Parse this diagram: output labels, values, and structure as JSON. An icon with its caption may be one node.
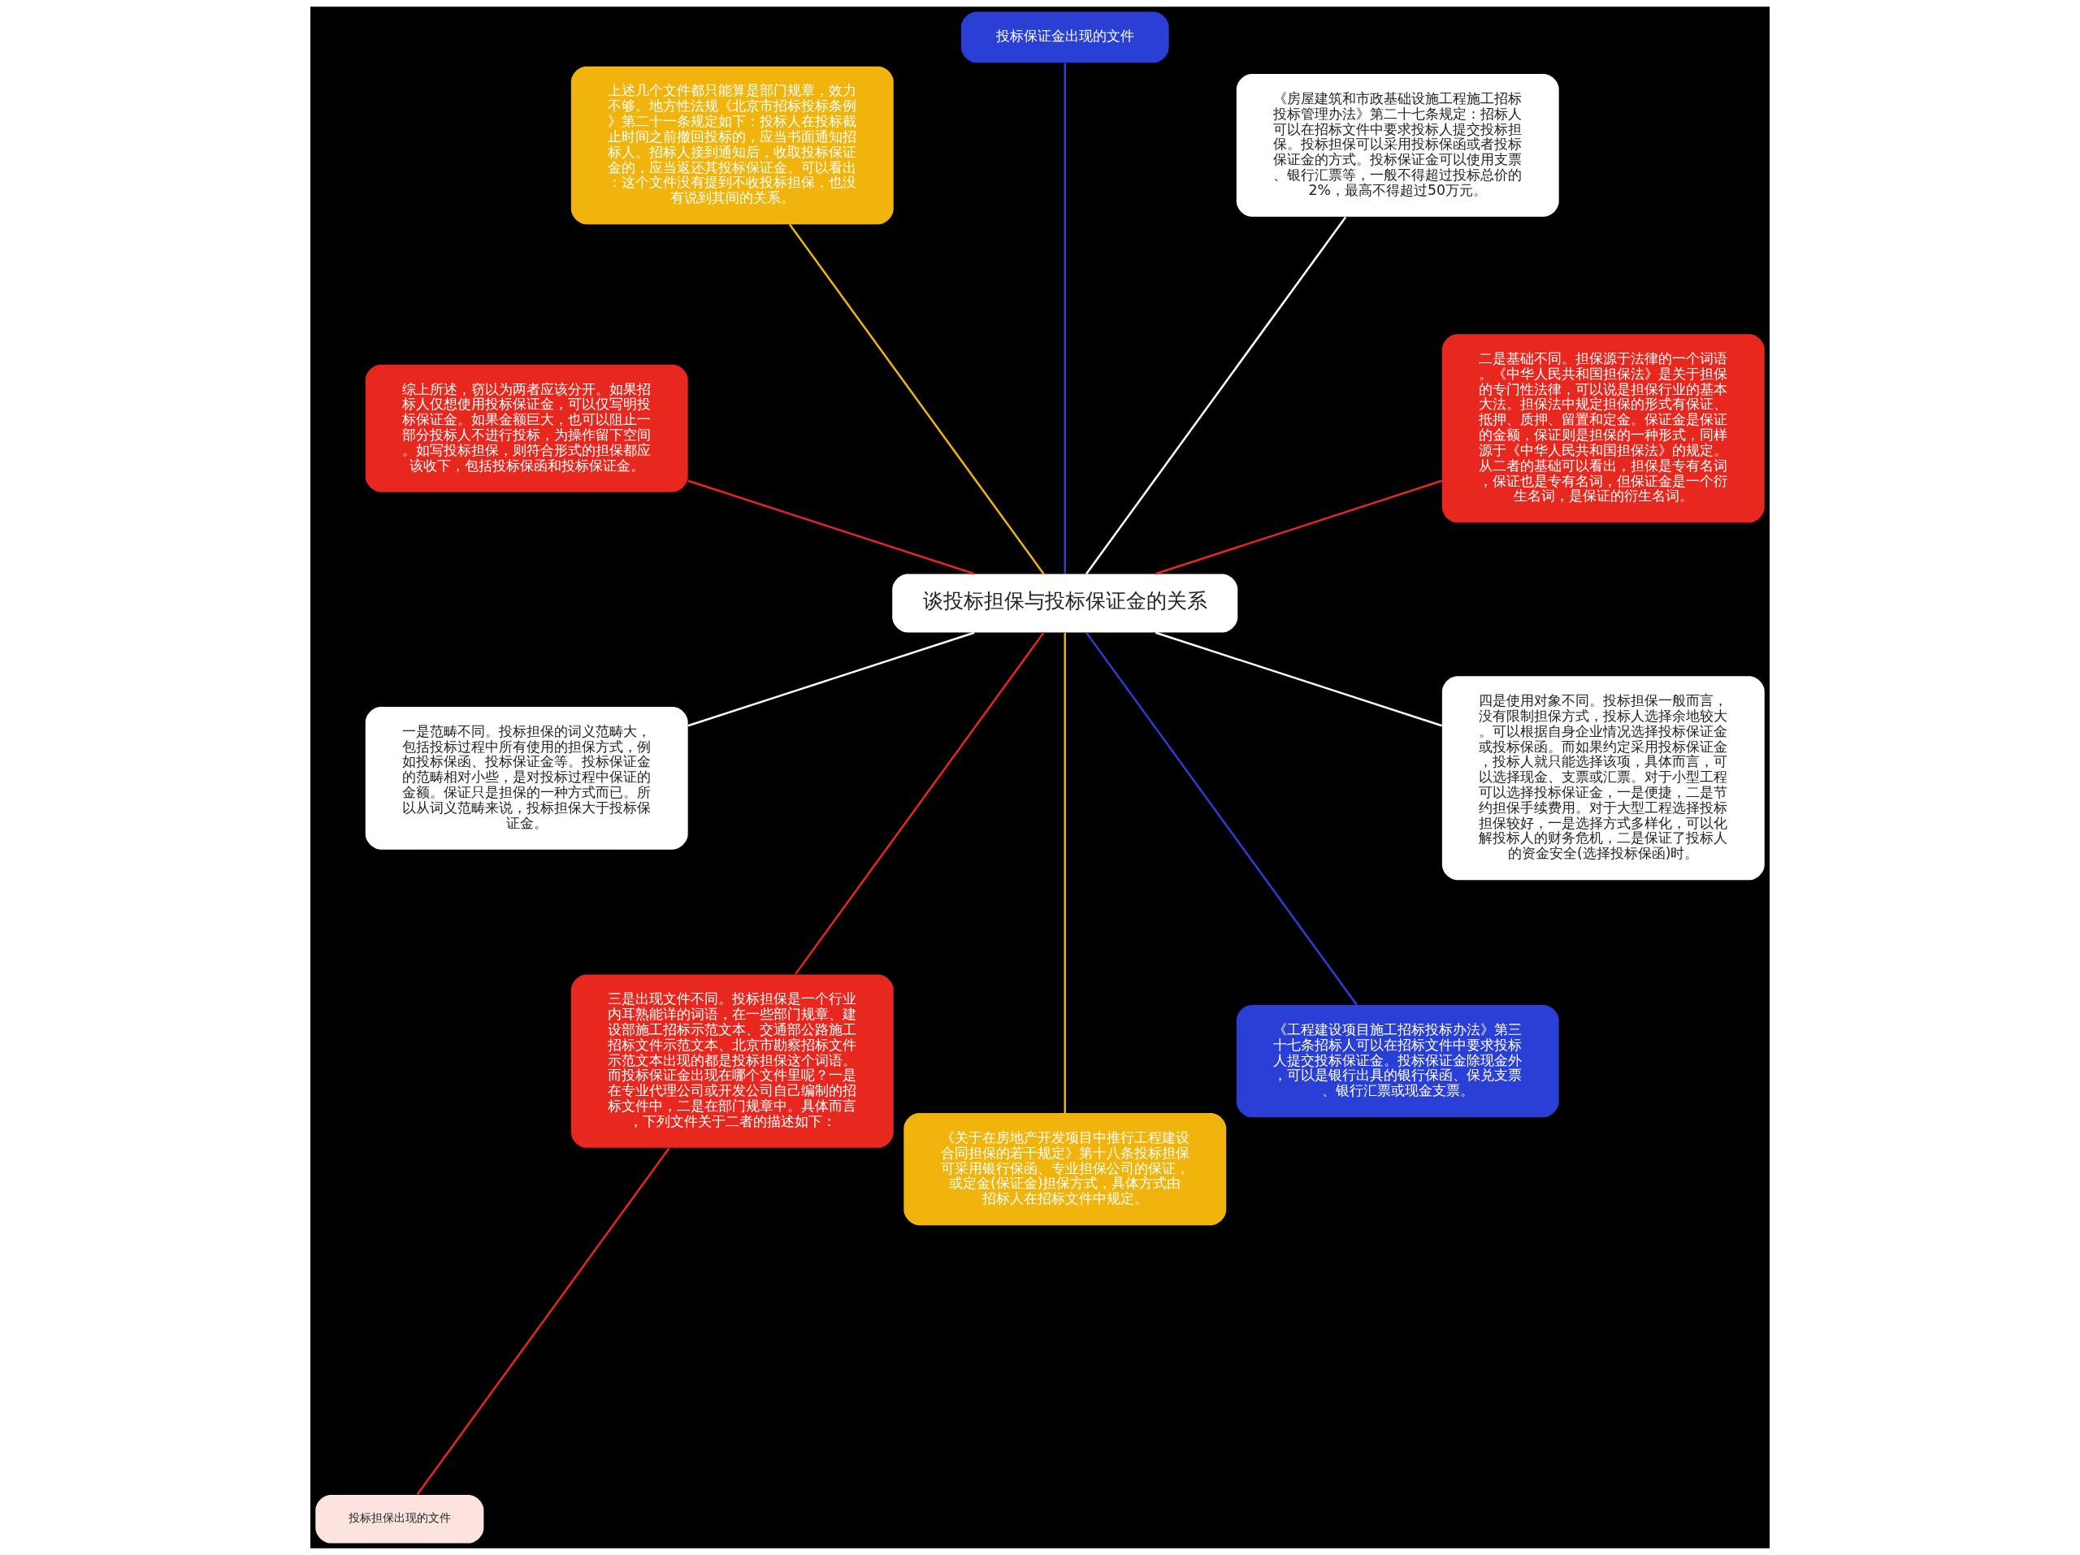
{
  "diagram": {
    "nodes": [
      {
        "text": [
          "谈投标担保与投标保证金的关系"
        ]
      },
      {
        "text": [
          "二是基础不同。担保源于法律的一个词语。《中华人民共和国担保法》是关于担保的专门性法律，可以说是担保行业的基本大法。担保法中规定担保的形式有保证、抵押、质押、留置和定金。保证金是保证的金额，保证则是担保的一种形式，同样源于《中华人民共和国担保法》的规定。从二者的基础可以看出，担保是专有名词，保证也是专有名词，但保证金是一个衍生名词，是保证的衍生名词。"
        ]
      },
      {
        "text": [
          "《房屋建筑和市政基础设施工程施工招标投标管理办法》第二十七条规定：招标人可以在招标文件中要求投标人提交投标担保。投标担保可以采用投标保函或者投标保证金的方式。投标保证金可以使用支票、银行汇票等，一般不得超过投标总价的2%，最高不得超过50万元。"
        ]
      },
      {
        "text": [
          "投标保证金出现的文件"
        ]
      },
      {
        "text": [
          "上述几个文件都只能算是部门规章，效力不够。地方性法规《北京市招标投标条例》第二十一条规定如下：投标人在投标截止时间之前撤回投标的，应当书面通知招标人。招标人接到通知后，收取投标保证金的，应当返还其投标保证金。可以看出：这个文件没有提到不收投标担保，也没有说到其间的关系。"
        ]
      },
      {
        "text": [
          "综上所述，窃以为两者应该分开。如果招标人仅想使用投标保证金，可以仅写明投标保证金。如果金额巨大，也可以阻止一部分投标人不进行投标，为操作留下空间。如写投标担保，则符合形式的担保都应该收下，包括投标保函和投标保证金。"
        ]
      },
      {
        "text": [
          "一是范畴不同。投标担保的词义范畴大，包括投标过程中所有使用的担保方式，例如投标保函、投标保证金等。投标保证金的范畴相对小些，是对投标过程中保证的金额。保证只是担保的一种方式而已。所以从词义范畴来说，投标担保大于投标保证金。"
        ]
      },
      {
        "text": [
          "三是出现文件不同。投标担保是一个行业内耳熟能详的词语，在一些部门规章、建设部施工招标示范文本、交通部公路施工招标文件示范文本、北京市勘察招标文件示范文本出现的都是投标担保这个词语。而投标保证金出现在哪个文件里呢？一是在专业代理公司或开发公司自己编制的招标文件中，二是在部门规章中。具体而言，下列文件关于二者的描述如下："
        ]
      },
      {
        "text": [
          "投标担保出现的文件"
        ]
      },
      {
        "text": [
          "《关于在房地产开发项目中推行工程建设合同担保的若干规定》第十八条投标担保可采用银行保函、专业担保公司的保证，或定金(保证金)担保方式，具体方式由招标人在招标文件中规定。"
        ]
      },
      {
        "text": [
          "《工程建设项目施工招标投标办法》第三十七条招标人可以在招标文件中要求投标人提交投标保证金。投标保证金除现金外，可以是银行出具的银行保函、保兑支票、银行汇票或现金支票。"
        ]
      },
      {
        "text": [
          "四是使用对象不同。投标担保一般而言，没有限制担保方式，投标人选择余地较大。可以根据自身企业情况选择投标保证金或投标保函。而如果约定采用投标保证金，投标人就只能选择该项，具体而言，可以选择现金、支票或汇票。对于小型工程可以选择投标保证金，一是便捷，二是节约担保手续费用。对于大型工程选择投标担保较好，一是选择方式多样化，可以化解投标人的财务危机，二是保证了投标人的资金安全(选择投标保函)时。"
        ]
      }
    ],
    "edges": [
      {
        "from": 0,
        "to": 1,
        "arrow": "none",
        "color": "#e8281e"
      },
      {
        "from": 0,
        "to": 2,
        "arrow": "none",
        "color": "#ffffff"
      },
      {
        "from": 0,
        "to": 3,
        "arrow": "none",
        "color": "#2a3fd6"
      },
      {
        "from": 0,
        "to": 4,
        "arrow": "none",
        "color": "#f0b40c"
      },
      {
        "from": 0,
        "to": 5,
        "arrow": "none",
        "color": "#e8281e"
      },
      {
        "from": 0,
        "to": 6,
        "arrow": "none",
        "color": "#ffffff"
      },
      {
        "from": 0,
        "to": 7,
        "arrow": "none",
        "color": "#e8281e"
      },
      {
        "from": 7,
        "to": 8,
        "arrow": "none",
        "color": "#e8281e"
      },
      {
        "from": 0,
        "to": 9,
        "arrow": "none",
        "color": "#f0b40c"
      },
      {
        "from": 0,
        "to": 10,
        "arrow": "none",
        "color": "#2a3fd6"
      },
      {
        "from": 0,
        "to": 11,
        "arrow": "none",
        "color": "#ffffff"
      }
    ]
  }
}
